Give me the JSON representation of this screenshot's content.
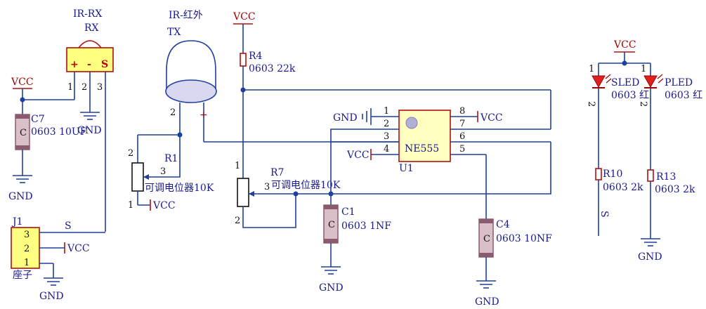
{
  "labels": {
    "ir_rx_title": "IR-RX",
    "rx": "RX",
    "ir_plus": "+",
    "ir_minus": "-",
    "ir_s": "S",
    "ir_tx_title": "IR-红外",
    "tx": "TX",
    "vcc": "VCC",
    "gnd": "GND",
    "r4": "R4",
    "r4_val": "0603 22k",
    "c7": "C7",
    "c7_val": "0603 10UF",
    "r1": "R1",
    "r1_val": "可调电位器10K",
    "r7": "R7",
    "r7_val": "可调电位器10K",
    "c1": "C1",
    "c1_val": "0603 1NF",
    "c4": "C4",
    "c4_val": "0603 10NF",
    "u1": "U1",
    "u1_part": "NE555",
    "j1": "J1",
    "j1_name": "座子",
    "s": "S",
    "sled": "SLED",
    "sled_val": "0603 红",
    "pled": "PLED",
    "pled_val": "0603 红",
    "r10": "R10",
    "r10_val": "0603 2k",
    "r13": "R13",
    "r13_val": "0603 2k",
    "pin1": "1",
    "pin2": "2",
    "pin3": "3",
    "pin4": "4",
    "pin5": "5",
    "pin6": "6",
    "pin7": "7",
    "pin8": "8",
    "plus": "+",
    "cap_mark": "C"
  }
}
